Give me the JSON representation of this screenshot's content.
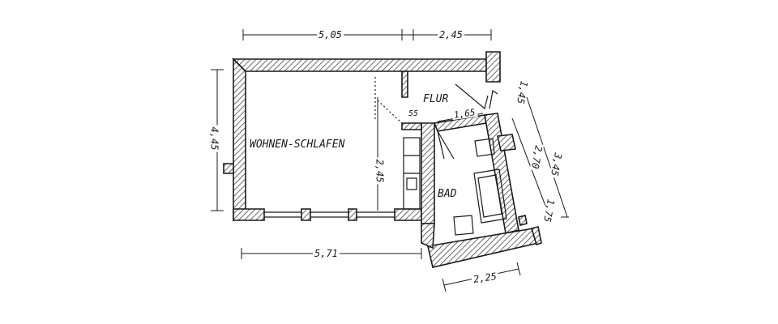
{
  "rooms": {
    "wohnen": "WOHNEN-SCHLAFEN",
    "flur": "FLUR",
    "bad": "BAD"
  },
  "dimensions": {
    "top_left": "5,05",
    "top_right": "2,45",
    "left": "4,45",
    "bottom": "5,71",
    "bath_bottom": "2,25",
    "kitchen": "2,45",
    "right_inner": "2,70",
    "right_outer": "3,45",
    "right_top": "1,45",
    "right_small": "1,75",
    "door_small": "55",
    "door_wide": "1,65"
  },
  "colors": {
    "ink": "#1a1a1a",
    "hatch": "#2b2b2b"
  }
}
